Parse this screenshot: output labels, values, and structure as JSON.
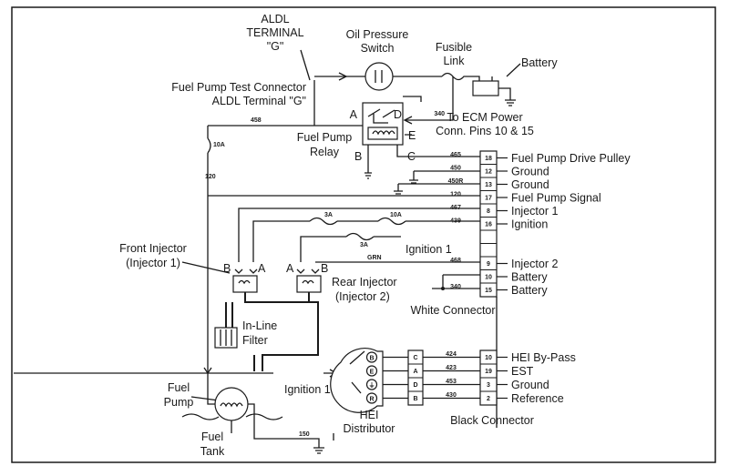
{
  "labels": {
    "aldl_terminal": "ALDL",
    "aldl_terminal_2": "TERMINAL",
    "aldl_terminal_3": "\"G\"",
    "oil_pressure": "Oil Pressure",
    "oil_pressure_2": "Switch",
    "fusible": "Fusible",
    "fusible_2": "Link",
    "battery": "Battery",
    "fp_test": "Fuel Pump Test Connector",
    "fp_test_2": "ALDL Terminal \"G\"",
    "to_ecm": "To ECM Power",
    "to_ecm_2": "Conn. Pins 10 & 15",
    "fp_relay": "Fuel Pump",
    "fp_relay_2": "Relay",
    "front_inj": "Front Injector",
    "front_inj_2": "(Injector 1)",
    "rear_inj": "Rear Injector",
    "rear_inj_2": "(Injector 2)",
    "inline": "In-Line",
    "inline_2": "Filter",
    "white_conn": "White Connector",
    "black_conn": "Black Connector",
    "ignition1": "Ignition 1",
    "ignition1_b": "Ignition 1",
    "hei": "HEI",
    "hei_2": "Distributor",
    "fuel_pump": "Fuel",
    "fuel_pump_2": "Pump",
    "fuel_tank": "Fuel",
    "fuel_tank_2": "Tank"
  },
  "relay_pins": {
    "a": "A",
    "b": "B",
    "c": "C",
    "d": "D",
    "e": "E"
  },
  "injector_pins": {
    "fb": "B",
    "fa": "A",
    "ra": "A",
    "rb": "B"
  },
  "wires": {
    "w458": "458",
    "w340": "340",
    "w120": "120",
    "fuse10a": "10A",
    "w150": "150",
    "fuse3a": "3A",
    "fuse10a_b": "10A",
    "fuse3a_b": "3A",
    "wgrn": "GRN"
  },
  "white_rows": [
    {
      "wire": "465",
      "pin": "18",
      "label": "Fuel Pump Drive Pulley"
    },
    {
      "wire": "450",
      "pin": "12",
      "label": "Ground"
    },
    {
      "wire": "450R",
      "pin": "13",
      "label": "Ground"
    },
    {
      "wire": "120",
      "pin": "17",
      "label": "Fuel Pump Signal"
    },
    {
      "wire": "467",
      "pin": "8",
      "label": "Injector 1"
    },
    {
      "wire": "439",
      "pin": "16",
      "label": "Ignition"
    },
    {
      "wire": "",
      "pin": "",
      "label": ""
    },
    {
      "wire": "",
      "pin": "",
      "label": ""
    },
    {
      "wire": "468",
      "pin": "9",
      "label": "Injector 2"
    },
    {
      "wire": "",
      "pin": "10",
      "label": "Battery"
    },
    {
      "wire": "340",
      "pin": "15",
      "label": "Battery"
    }
  ],
  "black_rows": [
    {
      "hei": "C",
      "wire": "424",
      "pin": "10",
      "label": "HEI By-Pass"
    },
    {
      "hei": "A",
      "wire": "423",
      "pin": "19",
      "label": "EST"
    },
    {
      "hei": "D",
      "wire": "453",
      "pin": "3",
      "label": "Ground"
    },
    {
      "hei": "B",
      "wire": "430",
      "pin": "2",
      "label": "Reference"
    }
  ],
  "hei_terms": {
    "b": "B",
    "e": "E",
    "g": "⏚",
    "r": "R"
  }
}
